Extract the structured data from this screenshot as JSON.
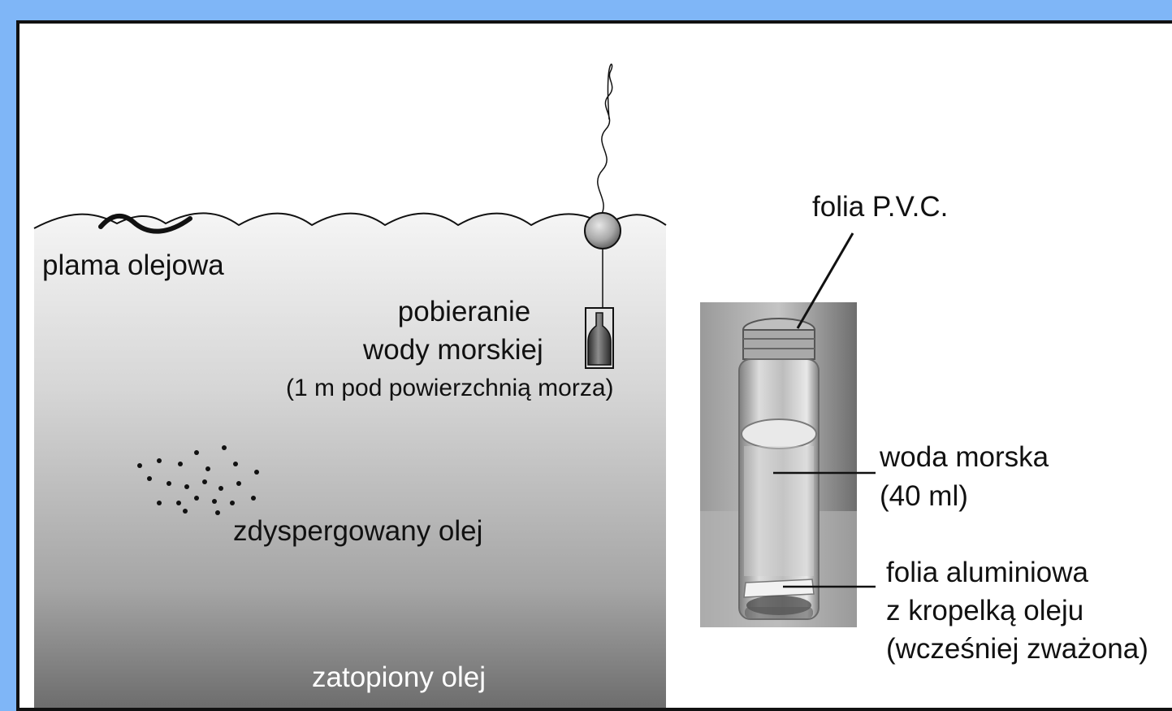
{
  "colors": {
    "background": "#7fb6f7",
    "frame_border": "#111111",
    "sea_top": "#f4f4f4",
    "sea_bottom": "#6d6d6d"
  },
  "icons": [
    "buoy-icon",
    "sampling-bottle-icon",
    "glass-vial-photo"
  ],
  "labels": {
    "oil_slick": "plama olejowa",
    "sampling_line1": "pobieranie",
    "sampling_line2": "wody morskiej",
    "sampling_line3": "(1 m pod powierzchnią morza)",
    "dispersed_oil": "zdyspergowany olej",
    "sunken_oil": "zatopiony olej",
    "pvc_foil": "folia P.V.C.",
    "seawater_line1": "woda morska",
    "seawater_line2": "(40 ml)",
    "alu_line1": "folia aluminiowa",
    "alu_line2": "z kropelką oleju",
    "alu_line3": "(wcześniej zważona)"
  }
}
